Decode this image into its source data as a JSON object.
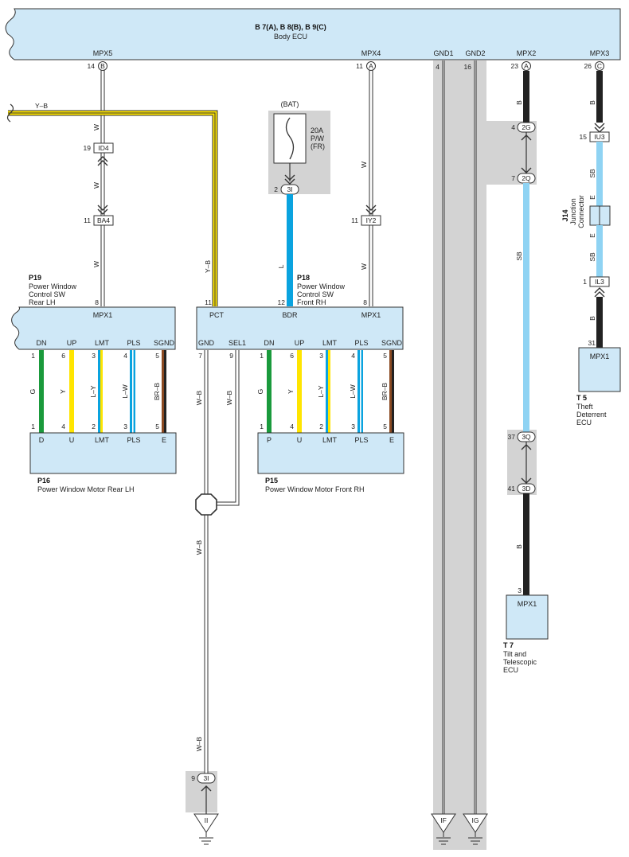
{
  "ecu": {
    "title": "B 7(A), B 8(B), B 9(C)",
    "name": "Body ECU",
    "ports": {
      "mpx5": "MPX5",
      "mpx4": "MPX4",
      "gnd1": "GND1",
      "gnd2": "GND2",
      "mpx2": "MPX2",
      "mpx3": "MPX3"
    },
    "pins": {
      "mpx5": "14",
      "mpx4": "11",
      "gnd1": "4",
      "gnd2": "16",
      "mpx2": "23",
      "mpx3": "26"
    },
    "conn": {
      "mpx5": "B",
      "mpx4": "A",
      "mpx2": "A",
      "mpx3": "C"
    }
  },
  "wire_yb": {
    "label": "Y–B"
  },
  "fuse": {
    "bat": "(BAT)",
    "rating": "20A",
    "name1": "P/W",
    "name2": "(FR)",
    "conn_pin": "2",
    "conn": "3I",
    "wire": "L"
  },
  "rear_sw": {
    "code": "P19",
    "name1": "Power Window",
    "name2": "Control SW",
    "name3": "Rear LH",
    "mpx_label": "MPX1",
    "mpx_pin": "8",
    "wire_w": "W",
    "id4_pin": "19",
    "id4": "ID4",
    "ba4_pin": "11",
    "ba4": "BA4",
    "terms": [
      "DN",
      "UP",
      "LMT",
      "PLS",
      "SGND"
    ],
    "pins": [
      "1",
      "6",
      "3",
      "4",
      "5"
    ],
    "wires": [
      "G",
      "Y",
      "L–Y",
      "L–W",
      "BR–B"
    ]
  },
  "front_sw": {
    "code": "P18",
    "name1": "Power Window",
    "name2": "Control SW",
    "name3": "Front RH",
    "pct": "PCT",
    "pct_pin": "11",
    "bdr": "BDR",
    "bdr_pin": "12",
    "mpx_label": "MPX1",
    "mpx_pin": "8",
    "wire_w": "W",
    "iy2_pin": "11",
    "iy2": "IY2",
    "terms": [
      "GND",
      "SEL1",
      "DN",
      "UP",
      "LMT",
      "PLS",
      "SGND"
    ],
    "pins": [
      "7",
      "9",
      "1",
      "6",
      "3",
      "4",
      "5"
    ],
    "wires": [
      "W–B",
      "W–B",
      "G",
      "Y",
      "L–Y",
      "L–W",
      "BR–B"
    ]
  },
  "rear_motor": {
    "code": "P16",
    "name": "Power Window Motor Rear LH",
    "terms": [
      "D",
      "U",
      "LMT",
      "PLS",
      "E"
    ],
    "pins": [
      "1",
      "4",
      "2",
      "3",
      "5"
    ]
  },
  "front_motor": {
    "code": "P15",
    "name": "Power Window Motor Front RH",
    "terms": [
      "P",
      "U",
      "LMT",
      "PLS",
      "E"
    ],
    "pins": [
      "1",
      "4",
      "2",
      "3",
      "5"
    ]
  },
  "ground_wb": {
    "label": "W–B",
    "label2": "W–B",
    "pin": "9",
    "conn": "3I",
    "ground": "II"
  },
  "grounds": {
    "gnd1": "IF",
    "gnd2": "IG"
  },
  "mpx2_line": {
    "wire_b": "B",
    "pin_2g": "4",
    "conn_2g": "2G",
    "pin_2q": "7",
    "conn_2q": "2Q",
    "wire_sb": "SB",
    "pin_3q": "37",
    "conn_3q": "3Q",
    "pin_3d": "41",
    "conn_3d": "3D",
    "wire_b2": "B",
    "ecu_pin": "3",
    "ecu_label": "MPX1",
    "code": "T 7",
    "name1": "Tilt and",
    "name2": "Telescopic",
    "name3": "ECU"
  },
  "mpx3_line": {
    "wire_b": "B",
    "iu3_pin": "15",
    "iu3": "IU3",
    "wire_sb1": "SB",
    "j14_e1": "E",
    "j14_e2": "E",
    "j14_code": "J14",
    "j14_name1": "Junction",
    "j14_name2": "Connector",
    "wire_sb2": "SB",
    "il3_pin": "1",
    "il3": "IL3",
    "wire_b2": "B",
    "ecu_pin": "31",
    "ecu_label": "MPX1",
    "code": "T 5",
    "name1": "Theft",
    "name2": "Deterrent",
    "name3": "ECU"
  },
  "colors": {
    "box": "#cfe8f7",
    "shade": "#d3d3d3",
    "yellow": "#ffe500",
    "blue": "#0aa3df",
    "lightblue": "#8fd3f3",
    "green": "#1a9a3c",
    "brown": "#8b4a22"
  }
}
